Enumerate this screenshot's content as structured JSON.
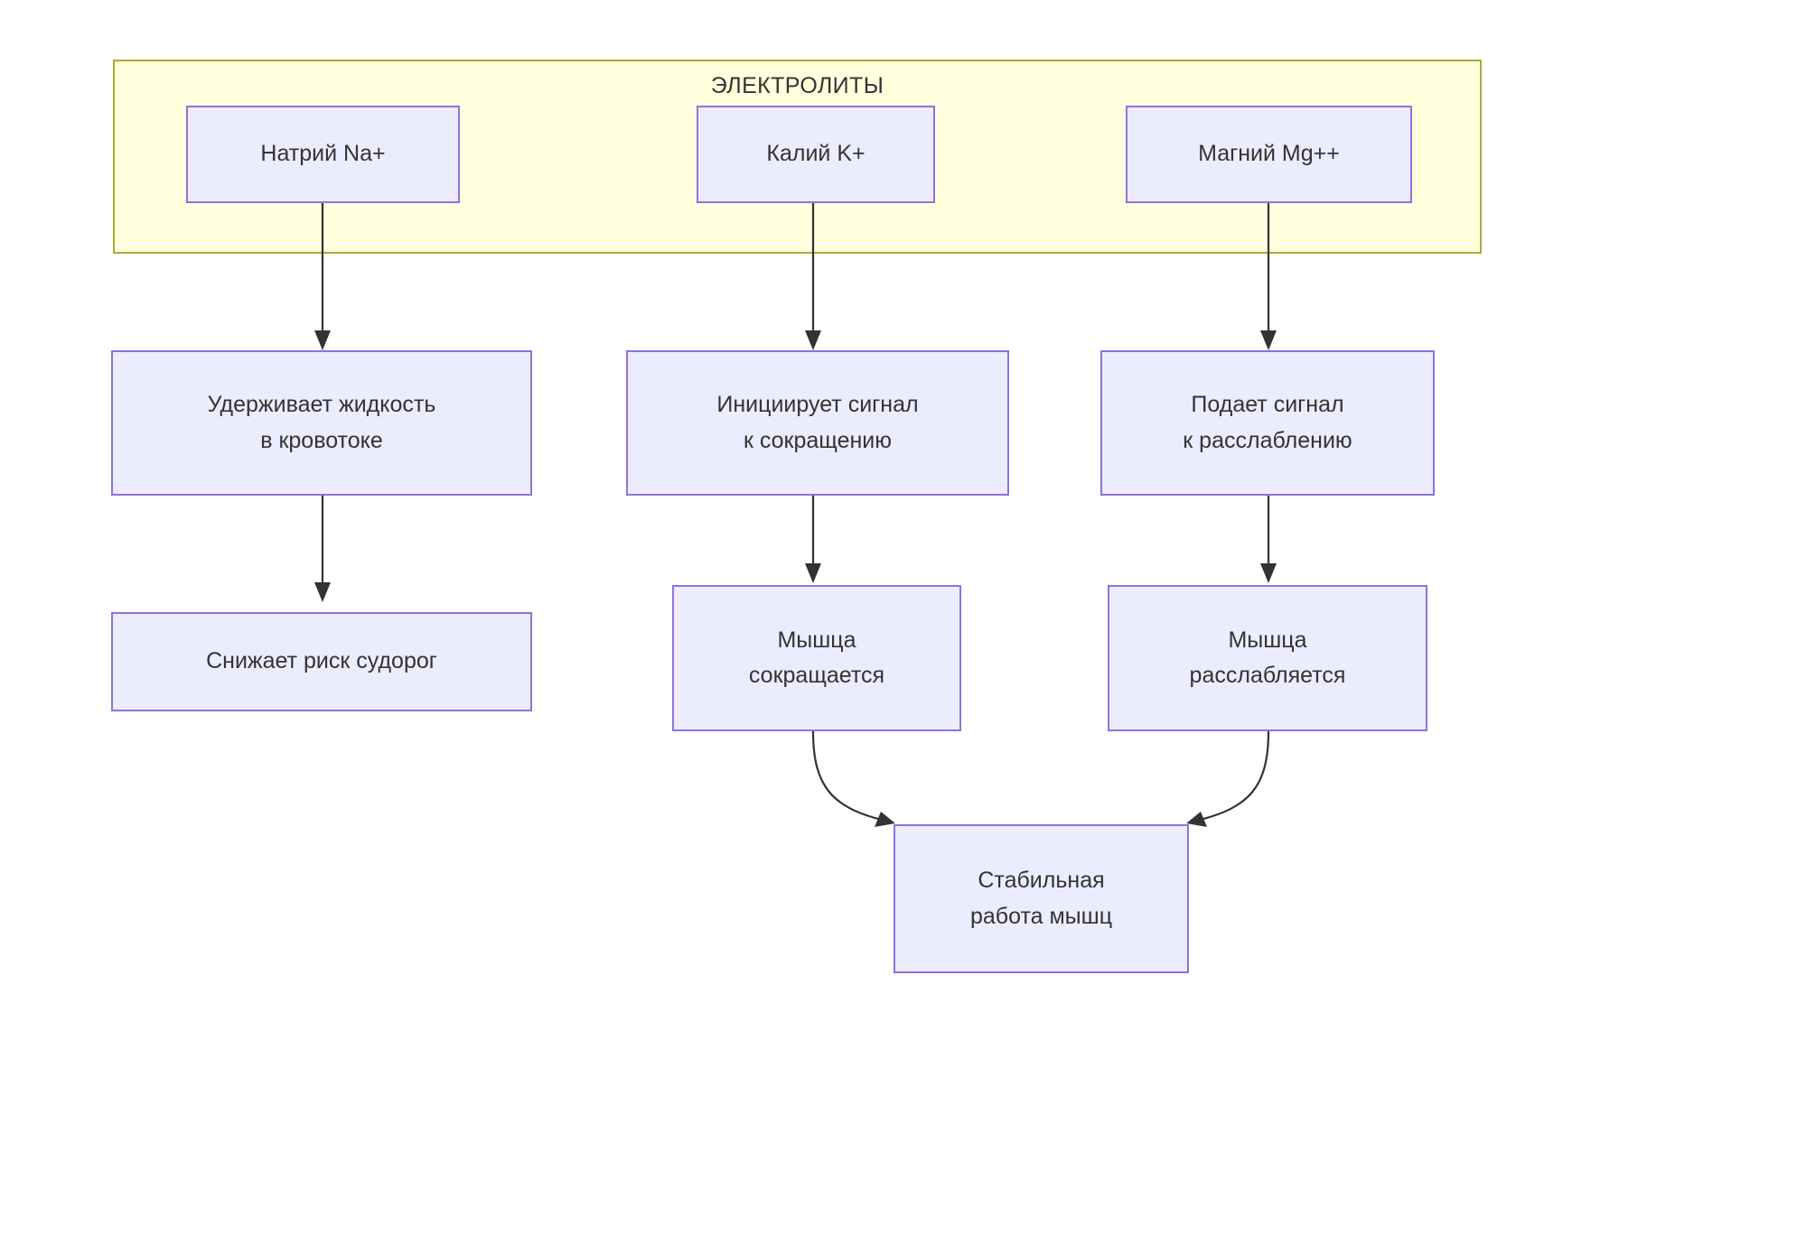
{
  "diagram": {
    "title": "ЭЛЕКТРОЛИТЫ",
    "type": "flowchart",
    "direction": "top-down",
    "colors": {
      "group_fill": "#ffffde",
      "group_border": "#aaaa33",
      "node_fill": "#ececff",
      "node_border": "#9370db",
      "edge": "#333333",
      "text": "#333333",
      "background": "#ffffff"
    },
    "group": {
      "label": "ЭЛЕКТРОЛИТЫ",
      "members": [
        "sodium",
        "potassium",
        "magnesium"
      ]
    },
    "nodes": [
      {
        "id": "sodium",
        "label": "Натрий Na+",
        "column": "left",
        "row": 1
      },
      {
        "id": "potassium",
        "label": "Калий K+",
        "column": "middle",
        "row": 1
      },
      {
        "id": "magnesium",
        "label": "Магний Mg++",
        "column": "right",
        "row": 1
      },
      {
        "id": "fluid",
        "label": "Удерживает жидкость\nв кровотоке",
        "column": "left",
        "row": 2
      },
      {
        "id": "contract_sig",
        "label": "Инициирует сигнал\nк сокращению",
        "column": "middle",
        "row": 2
      },
      {
        "id": "relax_sig",
        "label": "Подает сигнал\nк расслаблению",
        "column": "right",
        "row": 2
      },
      {
        "id": "cramp_risk",
        "label": "Снижает риск судорог",
        "column": "left",
        "row": 3
      },
      {
        "id": "contracts",
        "label": "Мышца\nсокращается",
        "column": "middle",
        "row": 3
      },
      {
        "id": "relaxes",
        "label": "Мышца\nрасслабляется",
        "column": "right",
        "row": 3
      },
      {
        "id": "stable",
        "label": "Стабильная\nработа мышц",
        "column": "center",
        "row": 4
      }
    ],
    "edges": [
      {
        "from": "sodium",
        "to": "fluid",
        "style": "straight"
      },
      {
        "from": "potassium",
        "to": "contract_sig",
        "style": "straight"
      },
      {
        "from": "magnesium",
        "to": "relax_sig",
        "style": "straight"
      },
      {
        "from": "fluid",
        "to": "cramp_risk",
        "style": "straight"
      },
      {
        "from": "contract_sig",
        "to": "contracts",
        "style": "straight"
      },
      {
        "from": "relax_sig",
        "to": "relaxes",
        "style": "straight"
      },
      {
        "from": "contracts",
        "to": "stable",
        "style": "curved"
      },
      {
        "from": "relaxes",
        "to": "stable",
        "style": "curved"
      }
    ]
  }
}
